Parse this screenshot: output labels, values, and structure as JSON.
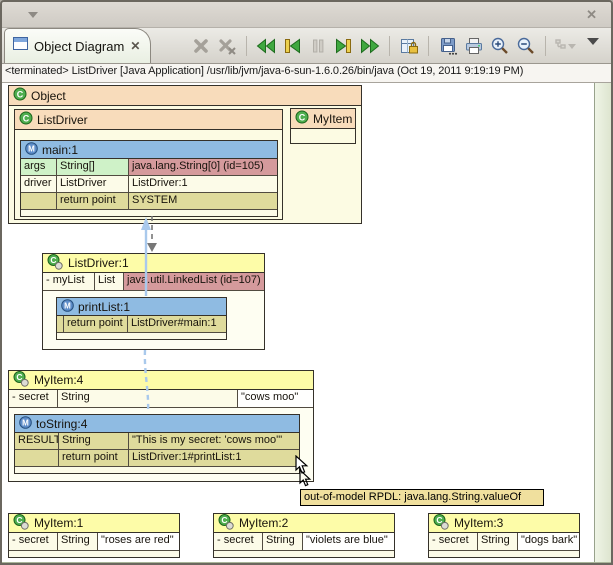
{
  "window": {
    "minimize_hint": "view-menu-triangle",
    "close_glyph": "✕"
  },
  "tab": {
    "title": "Object Diagram",
    "close_glyph": "✕"
  },
  "toolbar": {
    "buttons": [
      "terminate",
      "remove-all-terminated",
      "run-backward",
      "step-backward",
      "pause",
      "step-forward",
      "run-forward",
      "lock-diagram",
      "save",
      "print",
      "zoom-in",
      "zoom-out",
      "tree-mode",
      "view-menu"
    ]
  },
  "status": {
    "text": "<terminated> ListDriver [Java Application] /usr/lib/jvm/java-6-sun-1.6.0.26/bin/java (Oct 19, 2011 9:19:19 PM)"
  },
  "diagram": {
    "object_class": {
      "title": "Object"
    },
    "listdriver_class": {
      "title": "ListDriver"
    },
    "myitem_class": {
      "title": "MyItem"
    },
    "main_method": {
      "title": "main:1",
      "rows": [
        [
          "args",
          "String[]",
          "java.lang.String[0] (id=105)"
        ],
        [
          "driver",
          "ListDriver",
          "ListDriver:1"
        ],
        [
          "",
          "return point",
          "SYSTEM"
        ]
      ]
    },
    "listdriver1": {
      "title": "ListDriver:1",
      "field": [
        "- myList",
        "List",
        "java.util.LinkedList (id=107)"
      ]
    },
    "printlist1": {
      "title": "printList:1",
      "rows": [
        [
          "",
          "return point",
          "ListDriver#main:1"
        ]
      ]
    },
    "myitem4": {
      "title": "MyItem:4",
      "field": [
        "- secret",
        "String",
        "\"cows moo\""
      ]
    },
    "tostring4": {
      "title": "toString:4",
      "rows": [
        [
          "RESULT",
          "String",
          "\"This is my secret: 'cows moo'\""
        ],
        [
          "",
          "return point",
          "ListDriver:1#printList:1"
        ]
      ]
    },
    "tooltip": "out-of-model RPDL: java.lang.String.valueOf",
    "myitem1": {
      "title": "MyItem:1",
      "field": [
        "- secret",
        "String",
        "\"roses are red\""
      ]
    },
    "myitem2": {
      "title": "MyItem:2",
      "field": [
        "- secret",
        "String",
        "\"violets are blue\""
      ]
    },
    "myitem3": {
      "title": "MyItem:3",
      "field": [
        "- secret",
        "String",
        "\"dogs bark\""
      ]
    }
  },
  "colors": {
    "class_header": "#F8DCBB",
    "object_header": "#FDFCA8",
    "method_header": "#8FBBE2",
    "value_ref": "#D59A9C",
    "argument": "#CFF2C8",
    "return_point": "#DFDB9C",
    "tooltip_bg": "#F0E09E",
    "edge_blue": "#a9c9ec",
    "edge_gray": "#777777"
  }
}
